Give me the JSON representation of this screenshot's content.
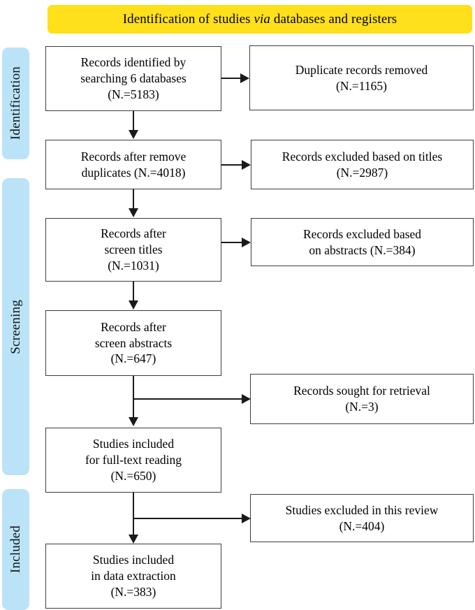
{
  "banner": {
    "text_before": "Identification of studies ",
    "text_italic": "via",
    "text_after": " databases and registers",
    "bg_color": "#ffe01a"
  },
  "stages": [
    {
      "id": "identification",
      "label": "Identification",
      "color": "#bbe3f7"
    },
    {
      "id": "screening",
      "label": "Screening",
      "color": "#bbe3f7"
    },
    {
      "id": "included",
      "label": "Included",
      "color": "#bbe3f7"
    }
  ],
  "boxes": {
    "identified": {
      "line1": "Records identified by",
      "line2": "searching 6 databases",
      "line3": "(N.=5183)",
      "count": 5183
    },
    "dupes_removed": {
      "line1": "Duplicate records removed",
      "line2": "(N.=1165)",
      "line3": "",
      "count": 1165
    },
    "after_dupes": {
      "line1": "Records after remove",
      "line2": "duplicates (N.=4018)",
      "line3": "",
      "count": 4018
    },
    "excl_titles": {
      "line1": "Records excluded based on titles",
      "line2": "(N.=2987)",
      "line3": "",
      "count": 2987
    },
    "after_titles": {
      "line1": "Records after",
      "line2": "screen titles",
      "line3": "(N.=1031)",
      "count": 1031
    },
    "excl_abstracts": {
      "line1": "Records excluded based",
      "line2": "on abstracts (N.=384)",
      "line3": "",
      "count": 384
    },
    "after_abstracts": {
      "line1": "Records after",
      "line2": "screen abstracts",
      "line3": "(N.=647)",
      "count": 647
    },
    "sought": {
      "line1": "Records sought for retrieval",
      "line2": "(N.=3)",
      "line3": "",
      "count": 3
    },
    "fulltext": {
      "line1": "Studies included",
      "line2": "for full-text reading",
      "line3": "(N.=650)",
      "count": 650
    },
    "excl_review": {
      "line1": "Studies excluded in this review",
      "line2": "(N.=404)",
      "line3": "",
      "count": 404
    },
    "data_extraction": {
      "line1": "Studies included",
      "line2": "in data extraction",
      "line3": "(N.=383)",
      "count": 383
    }
  },
  "chart_data": {
    "type": "diagram",
    "title": "Identification of studies via databases and registers",
    "nodes": [
      {
        "id": "identified",
        "label": "Records identified by searching 6 databases",
        "n": 5183,
        "stage": "Identification",
        "column": "left"
      },
      {
        "id": "dupes_removed",
        "label": "Duplicate records removed",
        "n": 1165,
        "stage": "Identification",
        "column": "right"
      },
      {
        "id": "after_dupes",
        "label": "Records after remove duplicates",
        "n": 4018,
        "stage": "Identification",
        "column": "left"
      },
      {
        "id": "excl_titles",
        "label": "Records excluded based on titles",
        "n": 2987,
        "stage": "Screening",
        "column": "right"
      },
      {
        "id": "after_titles",
        "label": "Records after screen titles",
        "n": 1031,
        "stage": "Screening",
        "column": "left"
      },
      {
        "id": "excl_abstracts",
        "label": "Records excluded based on abstracts",
        "n": 384,
        "stage": "Screening",
        "column": "right"
      },
      {
        "id": "after_abstracts",
        "label": "Records after screen abstracts",
        "n": 647,
        "stage": "Screening",
        "column": "left"
      },
      {
        "id": "sought",
        "label": "Records sought for retrieval",
        "n": 3,
        "stage": "Screening",
        "column": "right"
      },
      {
        "id": "fulltext",
        "label": "Studies included for full-text reading",
        "n": 650,
        "stage": "Screening",
        "column": "left"
      },
      {
        "id": "excl_review",
        "label": "Studies excluded in this review",
        "n": 404,
        "stage": "Included",
        "column": "right"
      },
      {
        "id": "data_extraction",
        "label": "Studies included in data extraction",
        "n": 383,
        "stage": "Included",
        "column": "left"
      }
    ],
    "edges": [
      {
        "from": "identified",
        "to": "dupes_removed",
        "direction": "right"
      },
      {
        "from": "identified",
        "to": "after_dupes",
        "direction": "down"
      },
      {
        "from": "after_dupes",
        "to": "excl_titles",
        "direction": "right"
      },
      {
        "from": "after_dupes",
        "to": "after_titles",
        "direction": "down"
      },
      {
        "from": "after_titles",
        "to": "excl_abstracts",
        "direction": "right"
      },
      {
        "from": "after_titles",
        "to": "after_abstracts",
        "direction": "down"
      },
      {
        "from": "after_abstracts",
        "to": "sought",
        "direction": "right"
      },
      {
        "from": "after_abstracts",
        "to": "fulltext",
        "direction": "down"
      },
      {
        "from": "fulltext",
        "to": "excl_review",
        "direction": "right"
      },
      {
        "from": "fulltext",
        "to": "data_extraction",
        "direction": "down"
      }
    ]
  }
}
